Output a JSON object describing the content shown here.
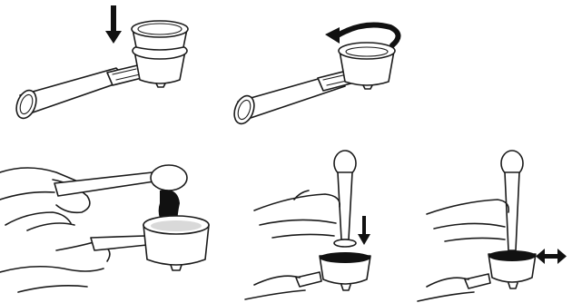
{
  "figure": {
    "steps": [
      {
        "id": "step-1",
        "content": "portafilter-insert-filter"
      },
      {
        "id": "step-2",
        "content": "portafilter-rotate-filter"
      },
      {
        "id": "step-3",
        "content": "fill-coffee-with-scoop"
      },
      {
        "id": "step-4",
        "content": "tamp-coffee-press-down"
      },
      {
        "id": "step-5",
        "content": "tamp-rotate-level"
      }
    ],
    "icons": [
      "down-arrow-icon",
      "rotate-arrow-icon",
      "down-arrow-icon",
      "left-right-arrow-icon"
    ],
    "colors": {
      "line": "#1a1a1a",
      "background": "#ffffff",
      "coffee": "#111111"
    }
  }
}
